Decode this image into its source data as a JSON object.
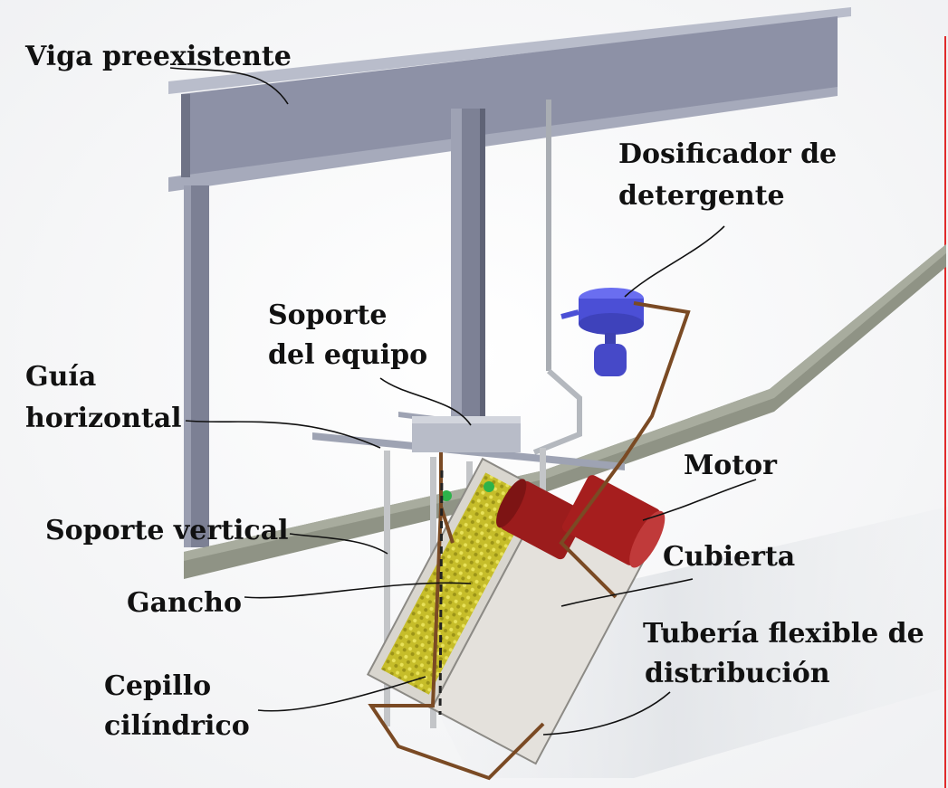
{
  "labels": {
    "viga": "Viga preexistente",
    "dosificador_1": "Dosificador de",
    "dosificador_2": "detergente",
    "soporte_equipo_1": "Soporte",
    "soporte_equipo_2": "del equipo",
    "guia_1": "Guía",
    "guia_2": "horizontal",
    "motor": "Motor",
    "soporte_vertical": "Soporte vertical",
    "cubierta": "Cubierta",
    "gancho": "Gancho",
    "tuberia_1": "Tubería flexible de",
    "tuberia_2": "distribución",
    "cepillo_1": "Cepillo",
    "cepillo_2": "cilíndrico"
  },
  "colors": {
    "beam": "#8a8fa3",
    "motor": "#9b1c1c",
    "dosifier": "#4b4fd6",
    "brush": "#c9c22e",
    "pipe": "#7a4a24",
    "cover": "#e4e1dc"
  }
}
